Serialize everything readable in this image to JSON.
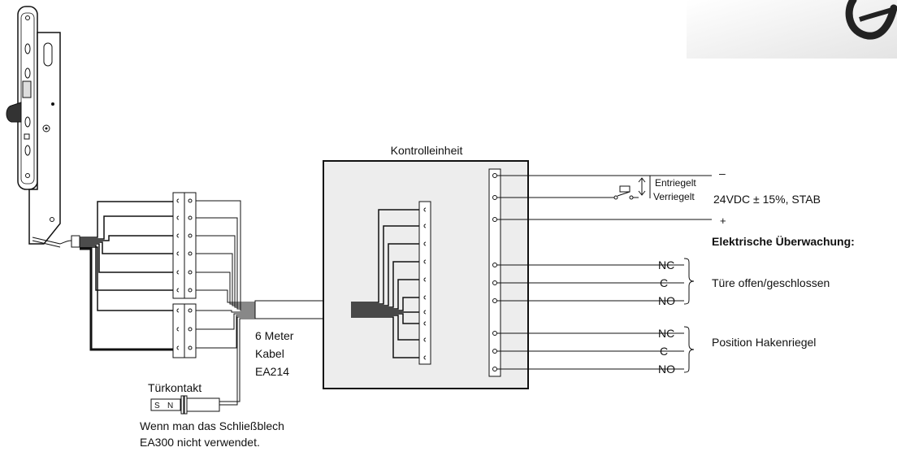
{
  "labels": {
    "control_unit_title": "Kontrolleinheit",
    "unlocked": "Entriegelt",
    "locked": "Verriegelt",
    "voltage": "24VDC ± 15%, STAB",
    "minus": "–",
    "plus": "+",
    "monitoring_heading": "Elektrische Überwachung:",
    "nc": "NC",
    "c": "C",
    "no": "NO",
    "door_group": "Türe offen/geschlossen",
    "bolt_group": "Position Hakenriegel",
    "cable_line1": "6 Meter",
    "cable_line2": "Kabel",
    "cable_line3": "EA214",
    "door_contact": "Türkontakt",
    "sensor_s": "S",
    "sensor_n": "N",
    "note_line1": "Wenn man das Schließblech",
    "note_line2": "EA300 nicht verwendet."
  }
}
